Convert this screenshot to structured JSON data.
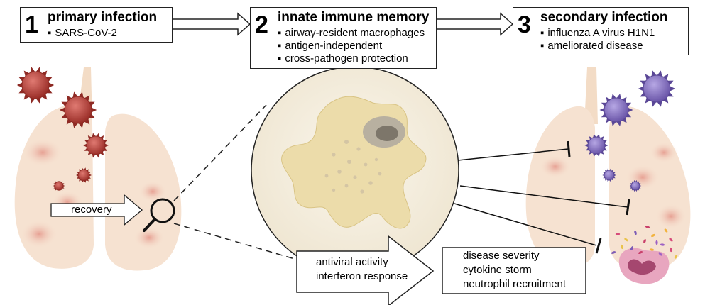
{
  "steps": [
    {
      "number": "1",
      "title": "primary infection",
      "items": [
        "SARS-CoV-2"
      ]
    },
    {
      "number": "2",
      "title": "innate immune memory",
      "items": [
        "airway-resident macrophages",
        "antigen-independent",
        "cross-pathogen protection"
      ]
    },
    {
      "number": "3",
      "title": "secondary infection",
      "items": [
        "influenza A virus H1N1",
        "ameliorated disease"
      ]
    }
  ],
  "recovery_label": "recovery",
  "upregulated": [
    "antiviral activity",
    "interferon response"
  ],
  "downregulated": [
    "disease severity",
    "cytokine storm",
    "neutrophil recruitment"
  ],
  "colors": {
    "sars_virus": "#b5413a",
    "influenza_virus": "#8e7cc3",
    "lung": "#f6e2d1",
    "lung_spot": "#e9a99c",
    "macrophage": "#ecdcaa",
    "macrophage_bg": "#f6f0e3",
    "up_arrow": "#a3281f",
    "down_arrow": "#3f9a45"
  }
}
